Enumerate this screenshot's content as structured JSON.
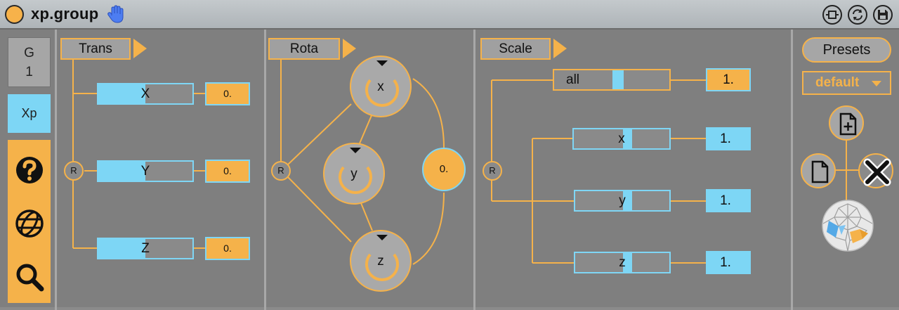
{
  "window": {
    "title": "xp.group"
  },
  "sidebar": {
    "group_label": "G",
    "group_number": "1",
    "mode_label": "Xp",
    "icons": [
      "question-icon",
      "globe-icon",
      "search-icon"
    ]
  },
  "trans": {
    "label": "Trans",
    "reset_label": "R",
    "sliders": [
      {
        "label": "X",
        "value_text": "0.",
        "fill": 0.5
      },
      {
        "label": "Y",
        "value_text": "0.",
        "fill": 0.5
      },
      {
        "label": "Z",
        "value_text": "0.",
        "fill": 0.5
      }
    ]
  },
  "rota": {
    "label": "Rota",
    "reset_label": "R",
    "value_text": "0.",
    "dials": [
      {
        "label": "x"
      },
      {
        "label": "y"
      },
      {
        "label": "z"
      }
    ]
  },
  "scale": {
    "label": "Scale",
    "reset_label": "R",
    "sliders": [
      {
        "label": "all",
        "value_text": "1.",
        "fill": 0.5
      },
      {
        "label": "x",
        "value_text": "1.",
        "fill": 0.5
      },
      {
        "label": "y",
        "value_text": "1.",
        "fill": 0.5
      },
      {
        "label": "z",
        "value_text": "1.",
        "fill": 0.5
      }
    ]
  },
  "presets": {
    "button_label": "Presets",
    "selected": "default"
  },
  "colors": {
    "accent": "#f5b24a",
    "blue": "#7dd6f5",
    "panel": "#7f7f7f"
  }
}
